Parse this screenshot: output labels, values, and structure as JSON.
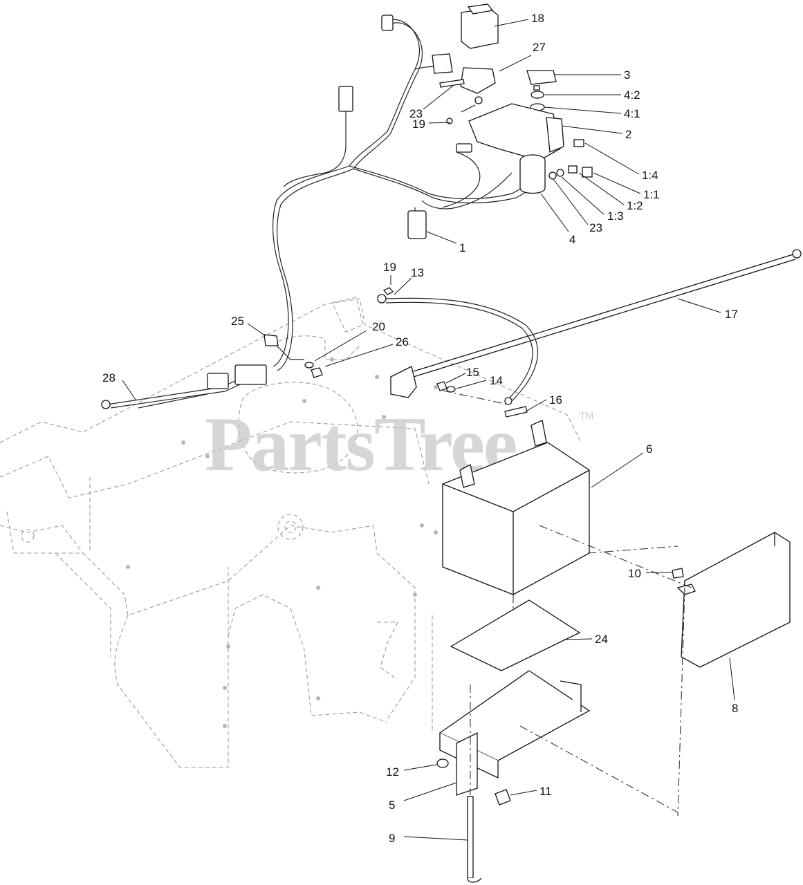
{
  "watermark": {
    "brand": "PartsTree",
    "trademark": "TM"
  },
  "callouts": [
    {
      "id": "18",
      "label": "18"
    },
    {
      "id": "27",
      "label": "27"
    },
    {
      "id": "3",
      "label": "3"
    },
    {
      "id": "4-2",
      "label": "4:2"
    },
    {
      "id": "4-1",
      "label": "4:1"
    },
    {
      "id": "23a",
      "label": "23"
    },
    {
      "id": "19a",
      "label": "19"
    },
    {
      "id": "2",
      "label": "2"
    },
    {
      "id": "1-4",
      "label": "1:4"
    },
    {
      "id": "1-1",
      "label": "1:1"
    },
    {
      "id": "1-2",
      "label": "1:2"
    },
    {
      "id": "1-3",
      "label": "1:3"
    },
    {
      "id": "23b",
      "label": "23"
    },
    {
      "id": "4",
      "label": "4"
    },
    {
      "id": "1",
      "label": "1"
    },
    {
      "id": "19b",
      "label": "19"
    },
    {
      "id": "13",
      "label": "13"
    },
    {
      "id": "17",
      "label": "17"
    },
    {
      "id": "25",
      "label": "25"
    },
    {
      "id": "20",
      "label": "20"
    },
    {
      "id": "26",
      "label": "26"
    },
    {
      "id": "28",
      "label": "28"
    },
    {
      "id": "15",
      "label": "15"
    },
    {
      "id": "14",
      "label": "14"
    },
    {
      "id": "16",
      "label": "16"
    },
    {
      "id": "6",
      "label": "6"
    },
    {
      "id": "10",
      "label": "10"
    },
    {
      "id": "24",
      "label": "24"
    },
    {
      "id": "8",
      "label": "8"
    },
    {
      "id": "12",
      "label": "12"
    },
    {
      "id": "11",
      "label": "11"
    },
    {
      "id": "5",
      "label": "5"
    },
    {
      "id": "9",
      "label": "9"
    }
  ]
}
